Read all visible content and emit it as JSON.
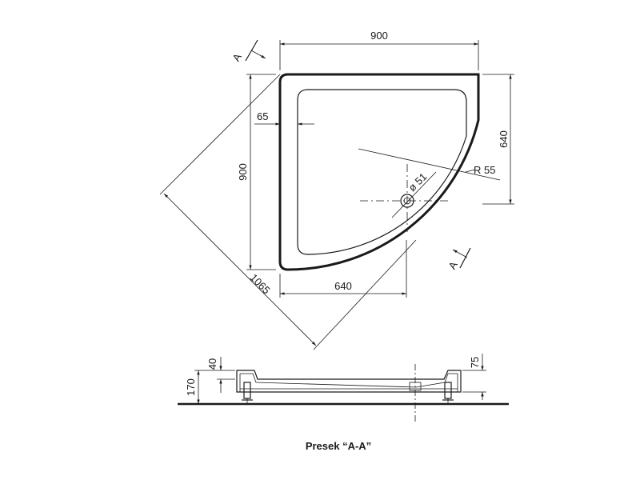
{
  "plan": {
    "dim_width_top": "900",
    "dim_height_left": "900",
    "dim_height_right": "640",
    "dim_width_bottom": "640",
    "dim_diagonal": "1065",
    "dim_rim": "65",
    "dim_radius": "R 55",
    "dim_drain": "ø 51",
    "section_marker": "A"
  },
  "section": {
    "dim_total_height": "170",
    "dim_foot": "40",
    "dim_depth": "75",
    "caption": "Presek “A-A”"
  }
}
